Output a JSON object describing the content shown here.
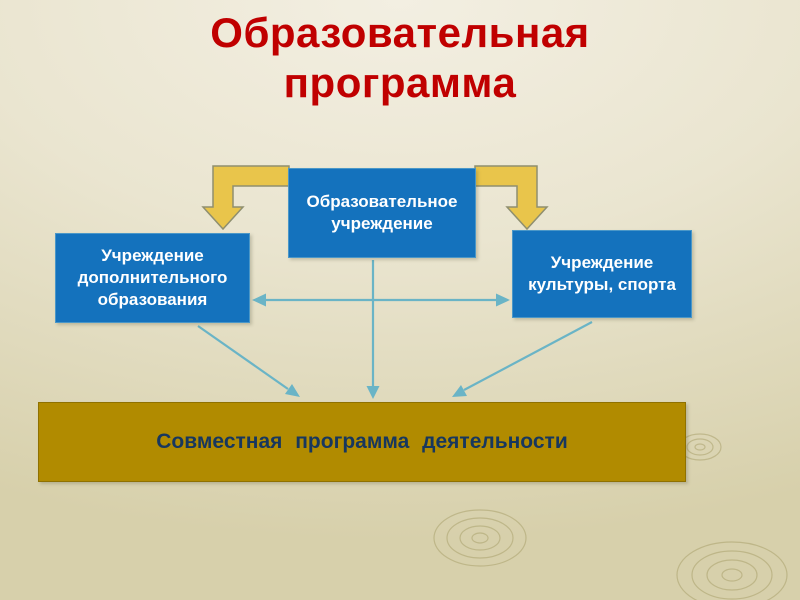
{
  "slide": {
    "title": {
      "line1": "Образовательная",
      "line2": "программа"
    },
    "nodes": {
      "center": {
        "label": "Образовательное учреждение"
      },
      "left": {
        "label": "Учреждение дополнительного образования"
      },
      "right": {
        "label": "Учреждение культуры, спорта"
      },
      "bottom": {
        "label": "Совместная программа деятельности"
      }
    },
    "colors": {
      "title_red": "#c00000",
      "node_blue": "#1472bd",
      "node_text": "#ffffff",
      "bottom_gold": "#b18b00",
      "bottom_text": "#17375e",
      "block_arrow_gold": "#e9c54b",
      "block_arrow_outline": "#8f8f6f",
      "connector_teal": "#6ab4c6",
      "bg_top": "#f3efe2",
      "bg_bottom": "#d7d0ab"
    }
  }
}
